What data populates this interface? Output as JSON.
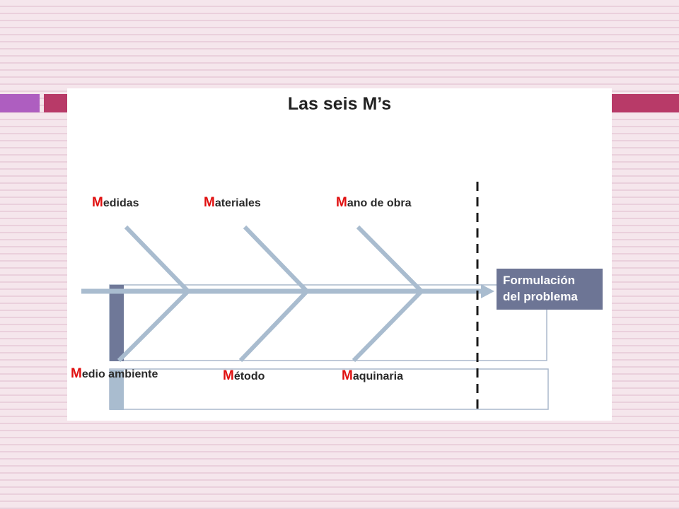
{
  "diagram": {
    "title": "Las seis M’s",
    "causes_top": [
      {
        "initial": "M",
        "rest": "edidas"
      },
      {
        "initial": "M",
        "rest": "ateriales"
      },
      {
        "initial": "M",
        "rest": "ano de obra"
      }
    ],
    "causes_bottom": [
      {
        "initial": "M",
        "rest": "edio ambiente"
      },
      {
        "initial": "M",
        "rest": "étodo"
      },
      {
        "initial": "M",
        "rest": "aquinaria"
      }
    ],
    "effect": {
      "line1": "Formulación",
      "line2": "del problema"
    }
  },
  "colors": {
    "accent_purple": "#ae5ec0",
    "accent_magenta": "#b83a68",
    "spine": "#a9bccf",
    "effect_box": "#6d7595",
    "highlight_letter": "#e01010"
  }
}
